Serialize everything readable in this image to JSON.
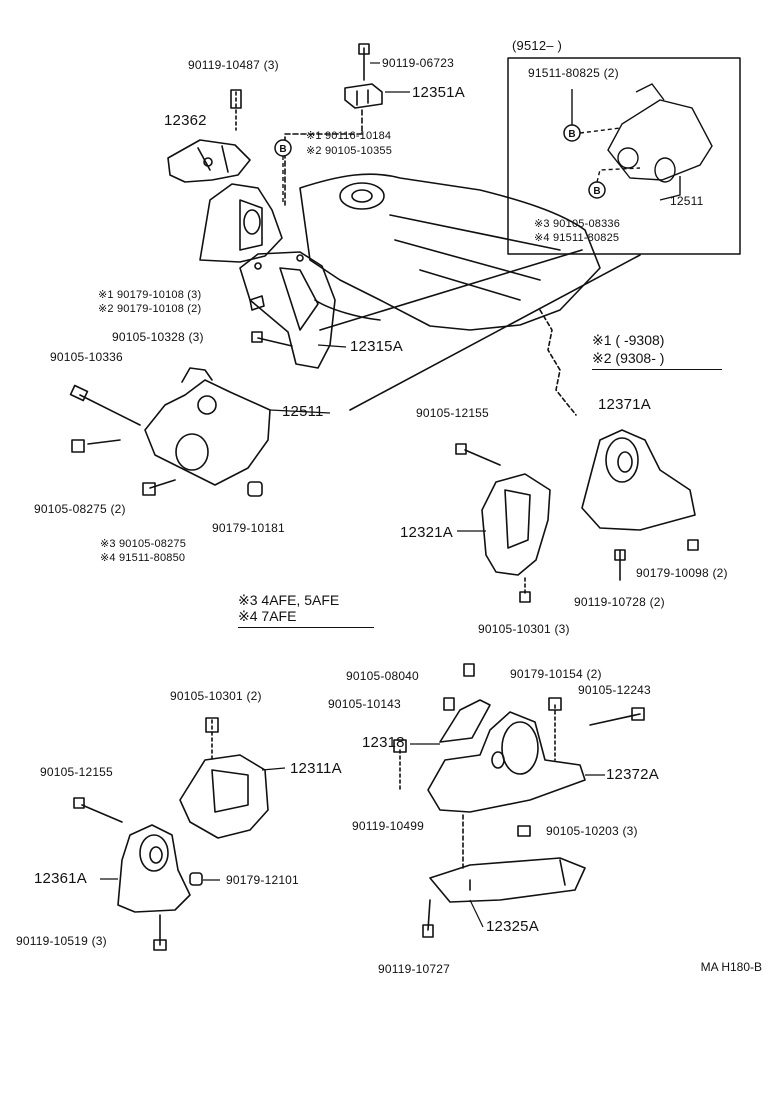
{
  "diagram_code": "MA H180-B",
  "inset": {
    "header": "(9512–       )",
    "labels": [
      "91511-80825 (2)",
      "12511",
      "※3 90105-08336",
      "※4 91511-80825"
    ]
  },
  "legend_year": {
    "line1": "※1 (       -9308)",
    "line2": "※2 (9308-       )"
  },
  "legend_engine": {
    "line1": "※3 4AFE, 5AFE",
    "line2": "※4 7AFE"
  },
  "labels": {
    "l01": "90119-10487 (3)",
    "l02": "90119-06723",
    "l03": "12351A",
    "l04": "12362",
    "l05": "※1 90116-10184",
    "l06": "※2 90105-10355",
    "l07": "※1 90179-10108 (3)",
    "l08": "※2 90179-10108 (2)",
    "l09": "90105-10328 (3)",
    "l10": "12315A",
    "l11": "90105-10336",
    "l12": "12511",
    "l13": "90105-08275 (2)",
    "l14": "90179-10181",
    "l15": "※3 90105-08275",
    "l16": "※4 91511-80850",
    "l17": "90105-12155",
    "l18": "12321A",
    "l19": "90105-10301 (3)",
    "l20": "12371A",
    "l21": "90179-10098 (2)",
    "l22": "90119-10728 (2)",
    "l23": "90105-08040",
    "l24": "90179-10154 (2)",
    "l25": "90105-10143",
    "l26": "90105-12243",
    "l27": "90105-10301 (2)",
    "l28": "12318",
    "l29": "12311A",
    "l30": "12372A",
    "l31": "90105-12155",
    "l32": "90119-10499",
    "l33": "90105-10203 (3)",
    "l34": "12361A",
    "l35": "90179-12101",
    "l36": "12325A",
    "l37": "90119-10519 (3)",
    "l38": "90119-10727"
  },
  "callout_letter": "B"
}
